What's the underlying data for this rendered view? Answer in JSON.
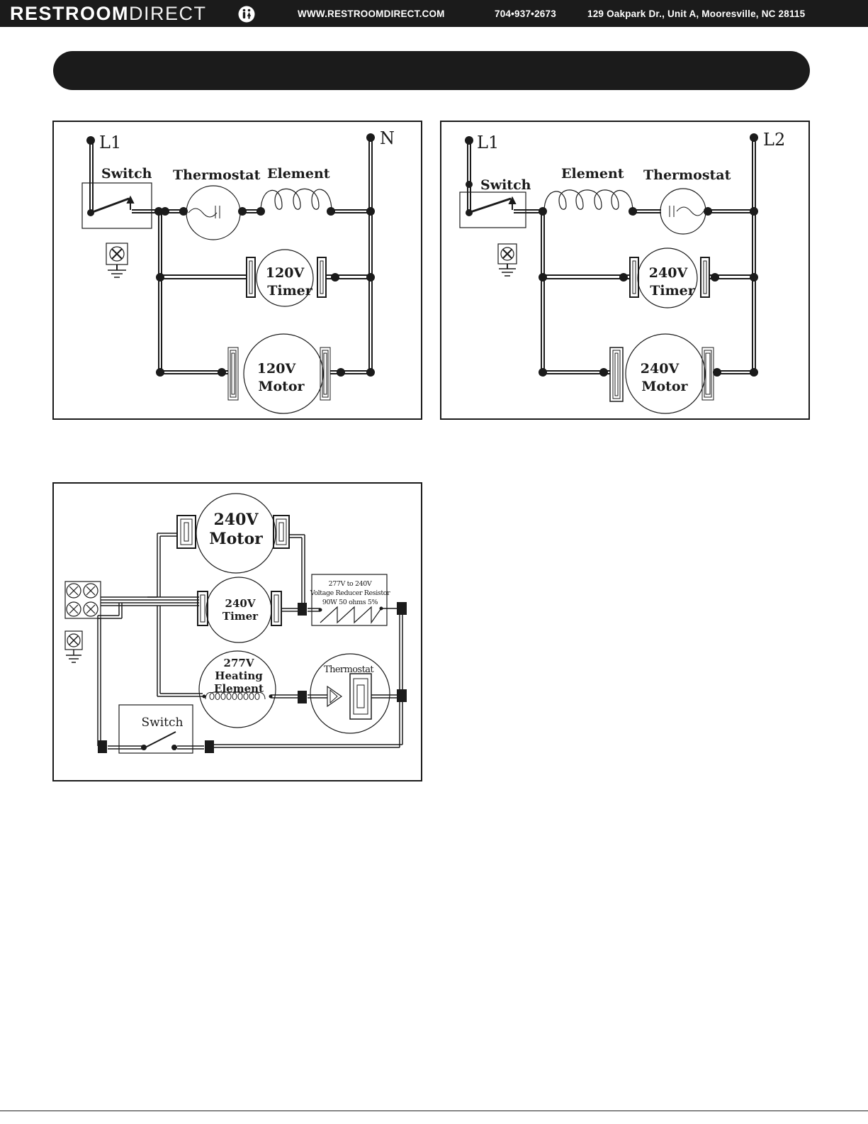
{
  "header": {
    "brand_bold": "RESTROOM",
    "brand_light": "DIRECT",
    "website": "WWW.RESTROOMDIRECT.COM",
    "phone": "704•937•2673",
    "address": "129 Oakpark Dr., Unit A, Mooresville, NC 28115"
  },
  "title_bar": {
    "text": ""
  },
  "diagram_120v": {
    "line": "L1",
    "neutral": "N",
    "switch": "Switch",
    "thermostat": "Thermostat",
    "element": "Element",
    "timer_voltage": "120V",
    "timer_label": "Timer",
    "motor_voltage": "120V",
    "motor_label": "Motor"
  },
  "diagram_240v": {
    "line1": "L1",
    "line2": "L2",
    "switch": "Switch",
    "element": "Element",
    "thermostat": "Thermostat",
    "timer_voltage": "240V",
    "timer_label": "Timer",
    "motor_voltage": "240V",
    "motor_label": "Motor"
  },
  "diagram_277v": {
    "motor_voltage": "240V",
    "motor_label": "Motor",
    "timer_voltage": "240V",
    "timer_label": "Timer",
    "resistor_line1": "277V to 240V",
    "resistor_line2": "Voltage Reducer Resistor",
    "resistor_line3": "90W 50 ohms 5%",
    "heater_voltage": "277V",
    "heater_label1": "Heating",
    "heater_label2": "Element",
    "thermostat": "Thermostat",
    "switch": "Switch"
  },
  "colors": {
    "ink": "#1b1b1b",
    "paper": "#ffffff"
  }
}
